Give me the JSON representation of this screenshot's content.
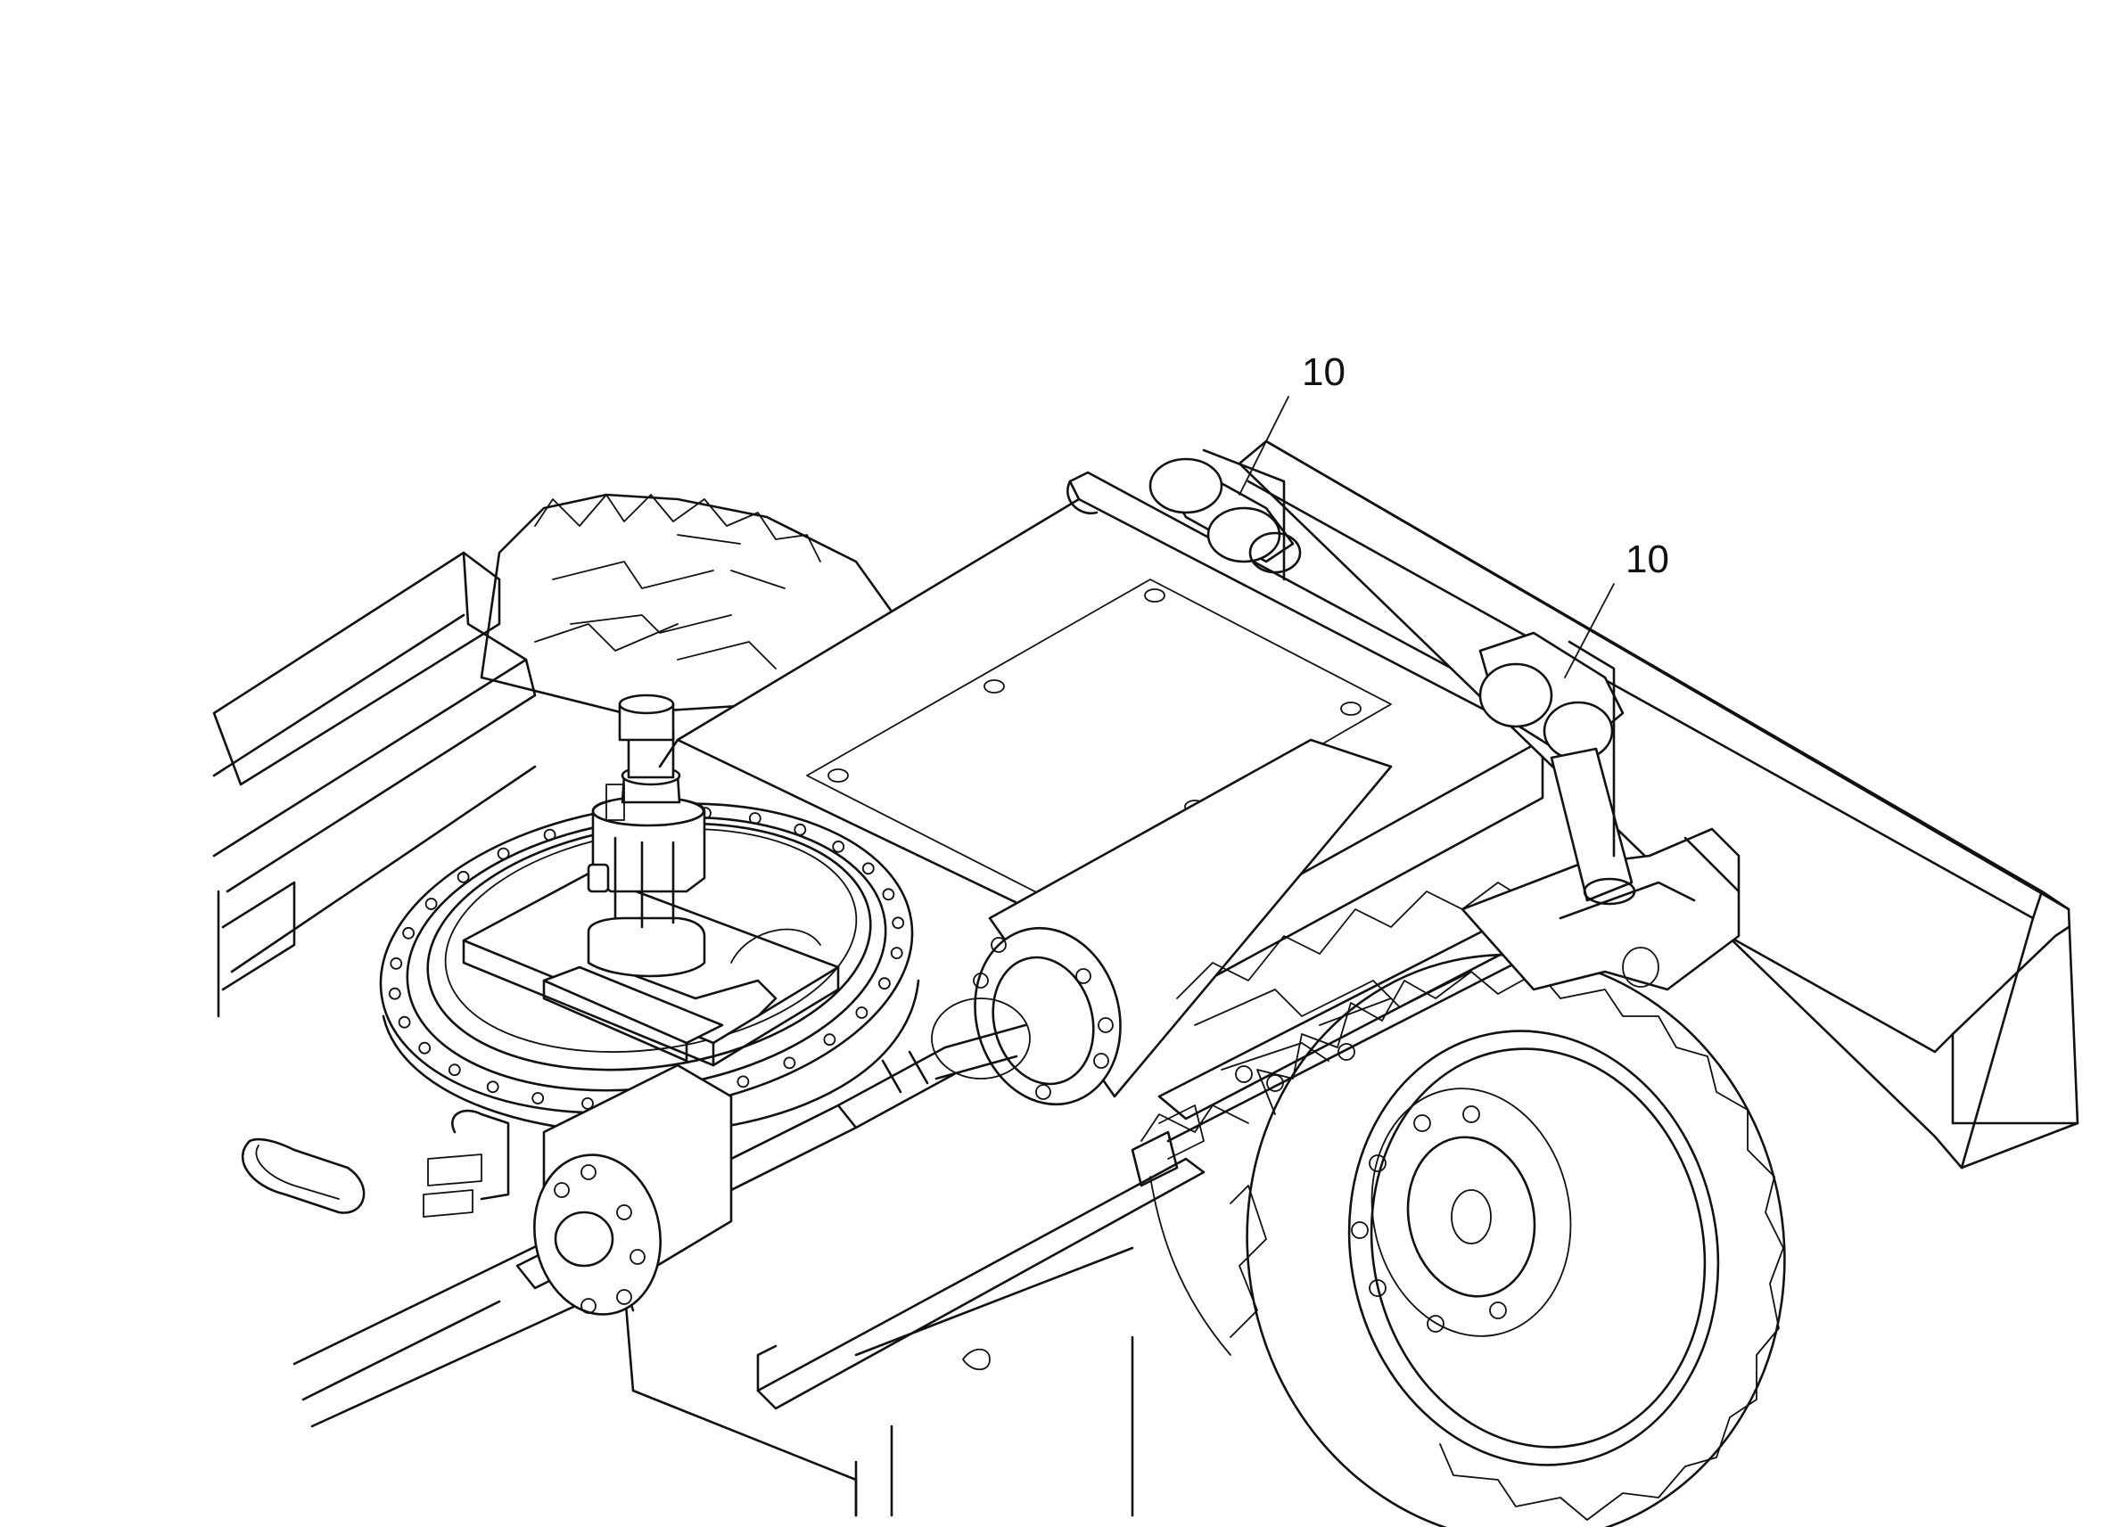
{
  "figure": {
    "callouts": [
      {
        "id": "callout-1",
        "label": "10"
      },
      {
        "id": "callout-2",
        "label": "10"
      }
    ]
  },
  "colors": {
    "line": "#111111",
    "background": "#ffffff"
  }
}
